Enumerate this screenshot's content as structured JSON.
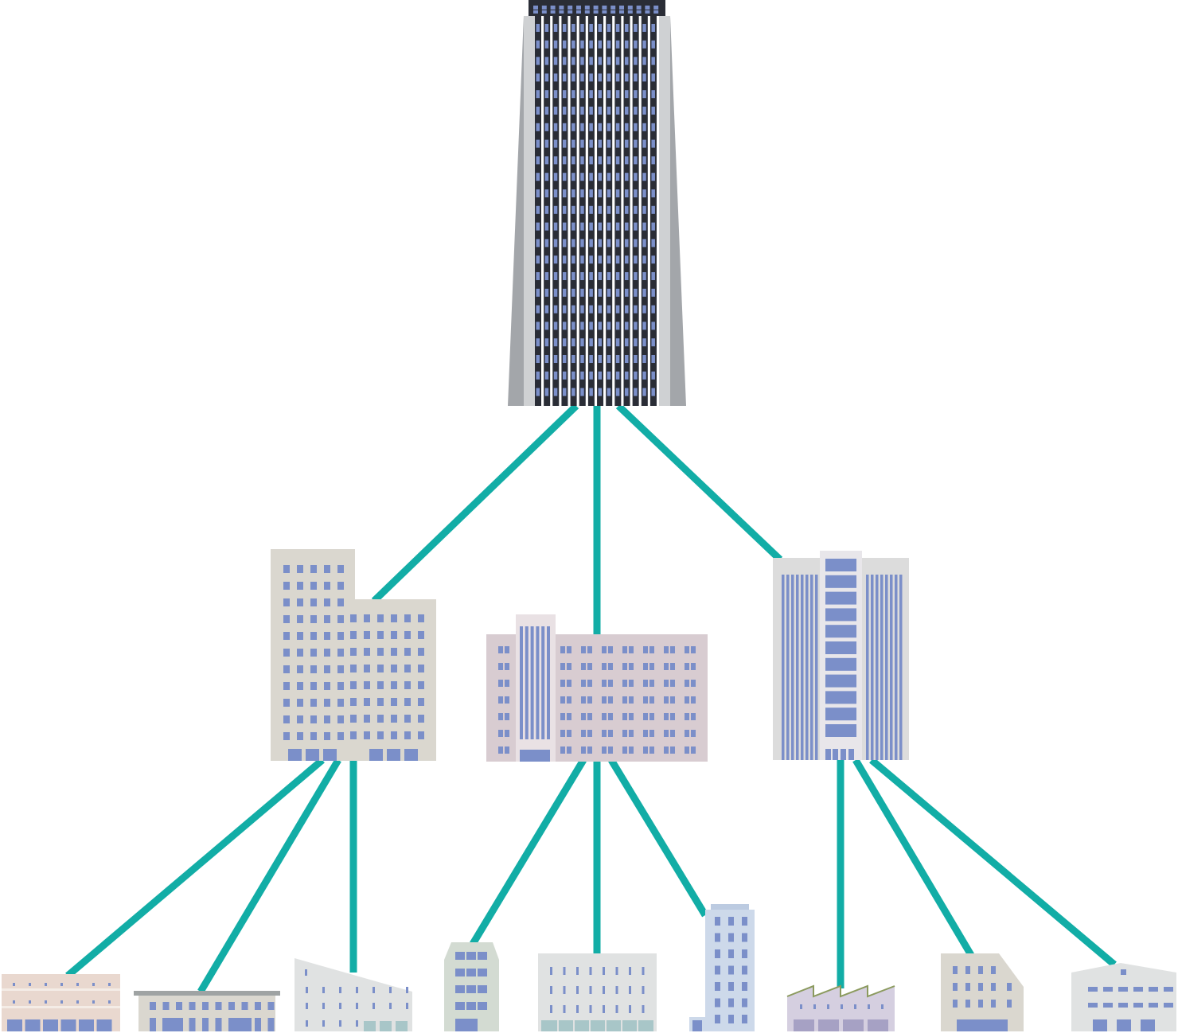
{
  "diagram": {
    "type": "hierarchy",
    "colors": {
      "connector": "#12ada6",
      "window": "#7b8fc9",
      "hq_facade": "#2a2d36",
      "hq_frame": "#a3a6aa",
      "hq_frame_light": "#cfd1d3",
      "beige": "#dad7cf",
      "mauve": "#d8ccd1",
      "gray": "#dcdcdc",
      "light_gray": "#e0e2e2",
      "peach": "#e9d8cf",
      "green_gray": "#d3dbd2",
      "pale_blue": "#cdd9ea",
      "lavender": "#d5cfe0",
      "teal_glass": "#a8c6c8",
      "factory_door": "#a6a1c4"
    },
    "nodes": [
      {
        "id": "headquarters",
        "level": 0,
        "icon": "skyscraper-icon"
      },
      {
        "id": "regional-a",
        "level": 1,
        "icon": "office-block-icon",
        "parent": "headquarters"
      },
      {
        "id": "regional-b",
        "level": 1,
        "icon": "office-complex-icon",
        "parent": "headquarters"
      },
      {
        "id": "regional-c",
        "level": 1,
        "icon": "glass-tower-icon",
        "parent": "headquarters"
      },
      {
        "id": "branch-1",
        "level": 2,
        "icon": "low-building-icon",
        "parent": "regional-a"
      },
      {
        "id": "branch-2",
        "level": 2,
        "icon": "flat-roof-building-icon",
        "parent": "regional-a"
      },
      {
        "id": "branch-3",
        "level": 2,
        "icon": "sloped-roof-building-icon",
        "parent": "regional-a"
      },
      {
        "id": "branch-4",
        "level": 2,
        "icon": "narrow-building-icon",
        "parent": "regional-b"
      },
      {
        "id": "branch-5",
        "level": 2,
        "icon": "shopfront-building-icon",
        "parent": "regional-b"
      },
      {
        "id": "branch-6",
        "level": 2,
        "icon": "slim-tower-icon",
        "parent": "regional-b"
      },
      {
        "id": "branch-7",
        "level": 2,
        "icon": "factory-icon",
        "parent": "regional-c"
      },
      {
        "id": "branch-8",
        "level": 2,
        "icon": "angled-building-icon",
        "parent": "regional-c"
      },
      {
        "id": "branch-9",
        "level": 2,
        "icon": "warehouse-icon",
        "parent": "regional-c"
      }
    ]
  }
}
